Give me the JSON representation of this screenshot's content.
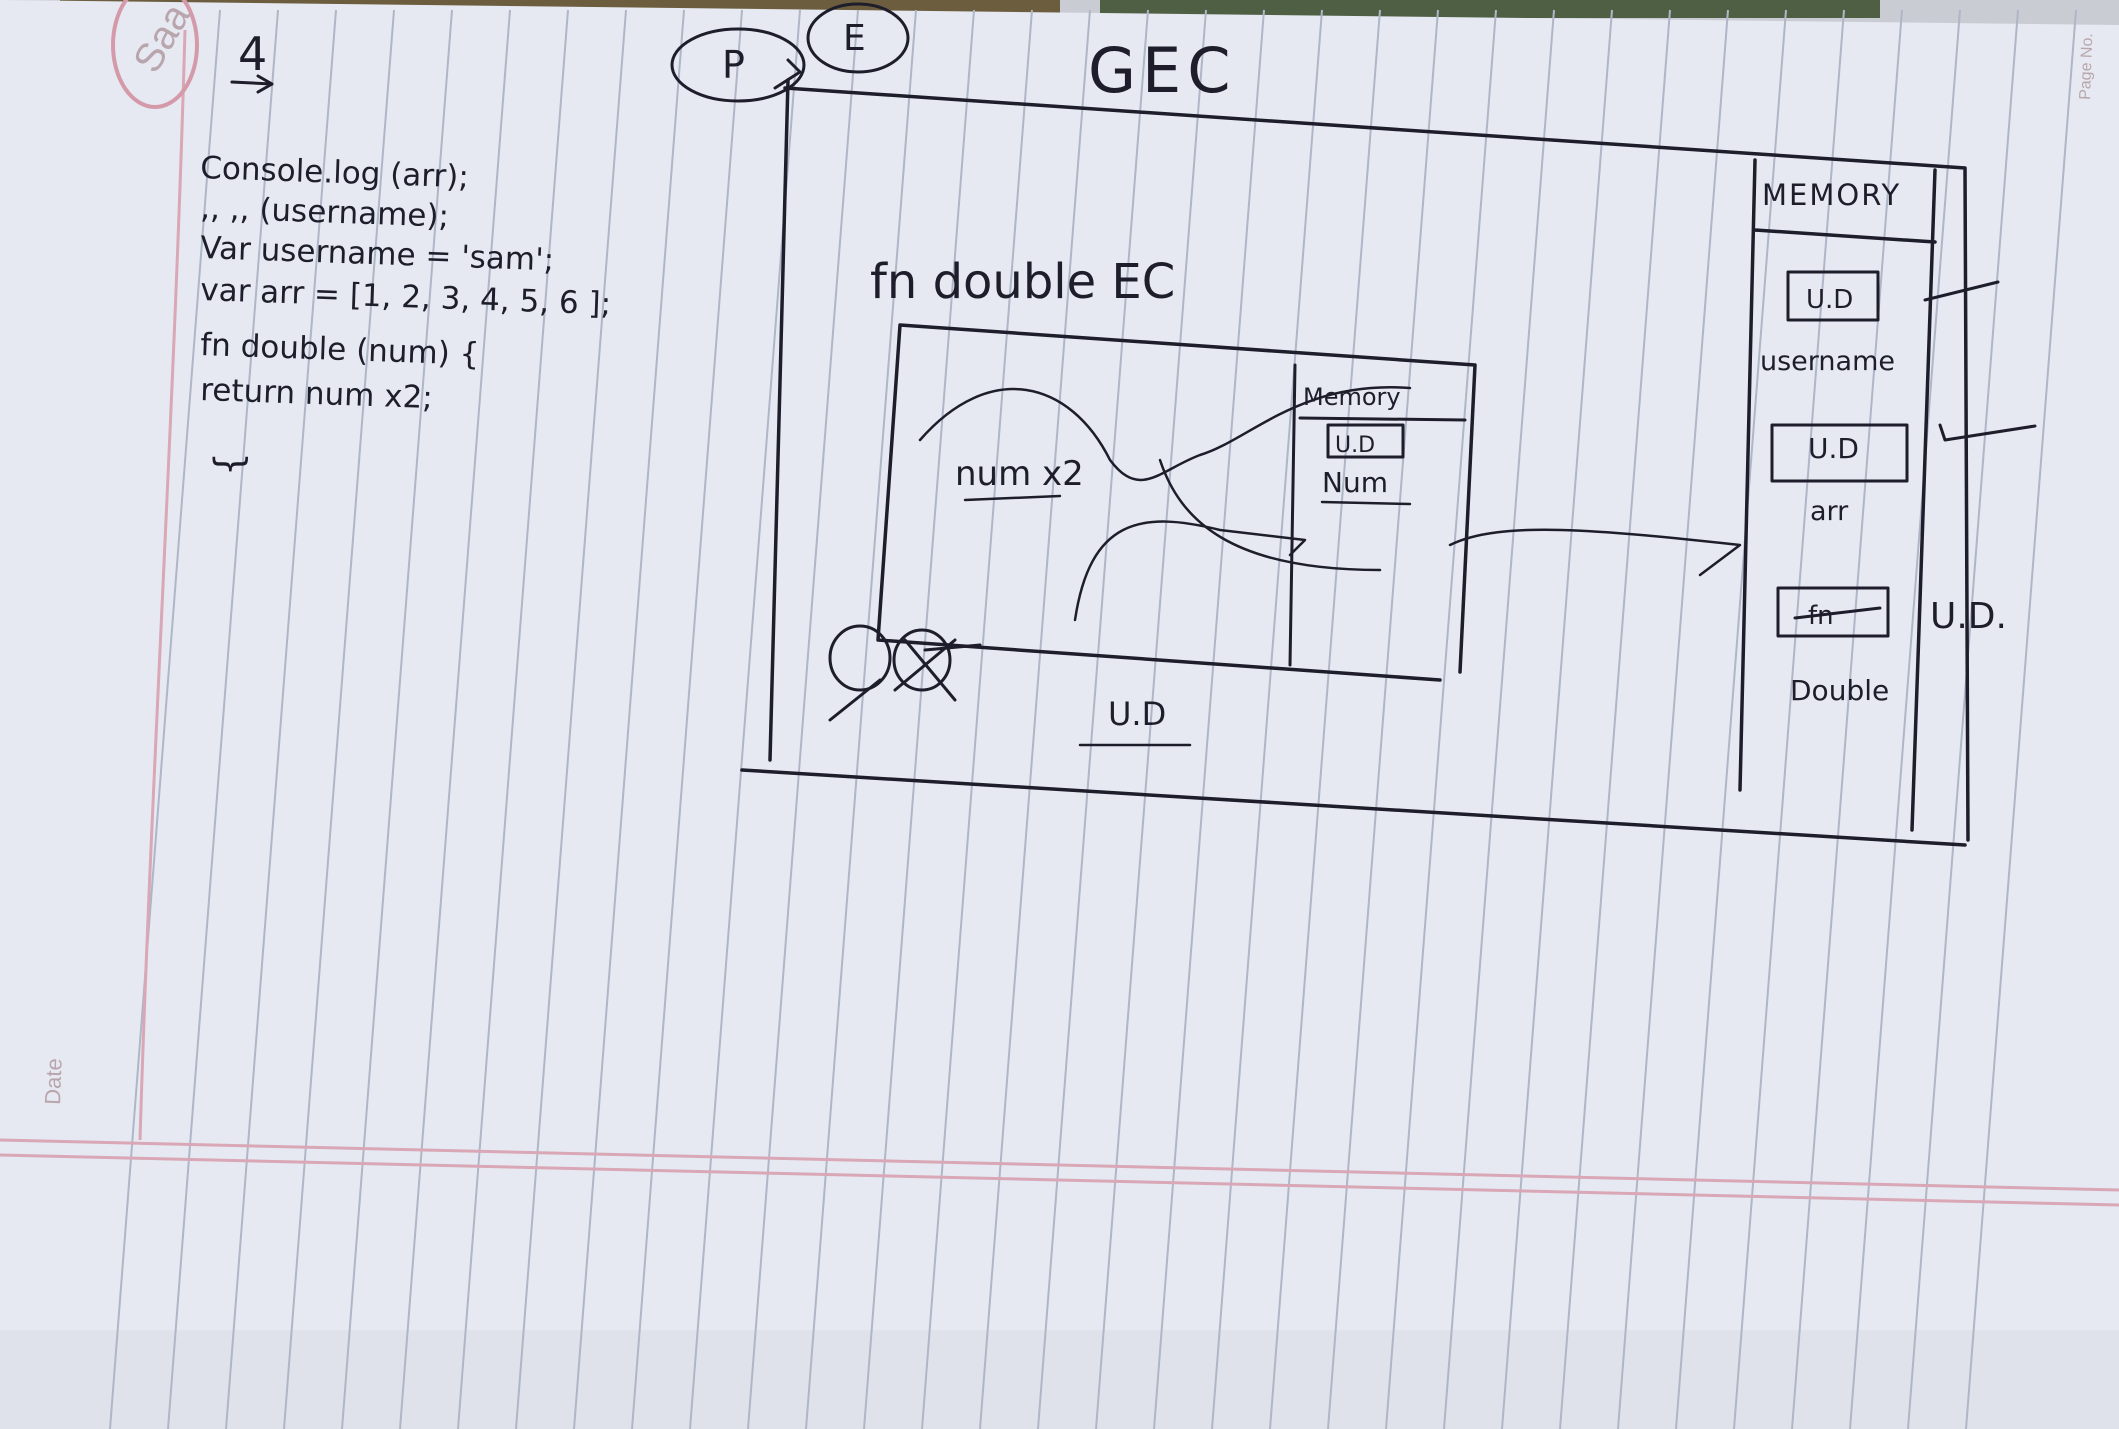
{
  "photo": {
    "subject": "handwritten notebook page",
    "colors": {
      "paper": "#e6e9f1",
      "ruling": "#aeb6c7",
      "margin_line": "#d9a7b6",
      "ink": "#1d1d2b",
      "background": "#c9ccd3"
    }
  },
  "notebook_print": {
    "corner_text": "Saa",
    "date_label": "Date",
    "page_label": "Page No."
  },
  "code_notes": {
    "marker": "4",
    "lines": [
      "Console.log (arr);",
      ",,     ,, (username);",
      "Var username = 'sam';",
      "var arr   = [1, 2, 3, 4, 5, 6 ];",
      "fn double (num) {",
      "  return num x2;",
      "}"
    ]
  },
  "diagram": {
    "title": "GEC",
    "phase_p": "P",
    "phase_e": "E",
    "inner_title": "fn double EC",
    "inner_memory": "Memory",
    "inner_ud": "U.D",
    "inner_var": "Num",
    "inner_code": "num x2",
    "inner_footer_ud": "U.D",
    "memory_title": "MEMORY",
    "memory_items": [
      {
        "value": "U.D",
        "name": "username"
      },
      {
        "value": "U.D",
        "name": "arr"
      },
      {
        "value": "fn",
        "name": "Double"
      }
    ],
    "side_ud": "U.D."
  }
}
